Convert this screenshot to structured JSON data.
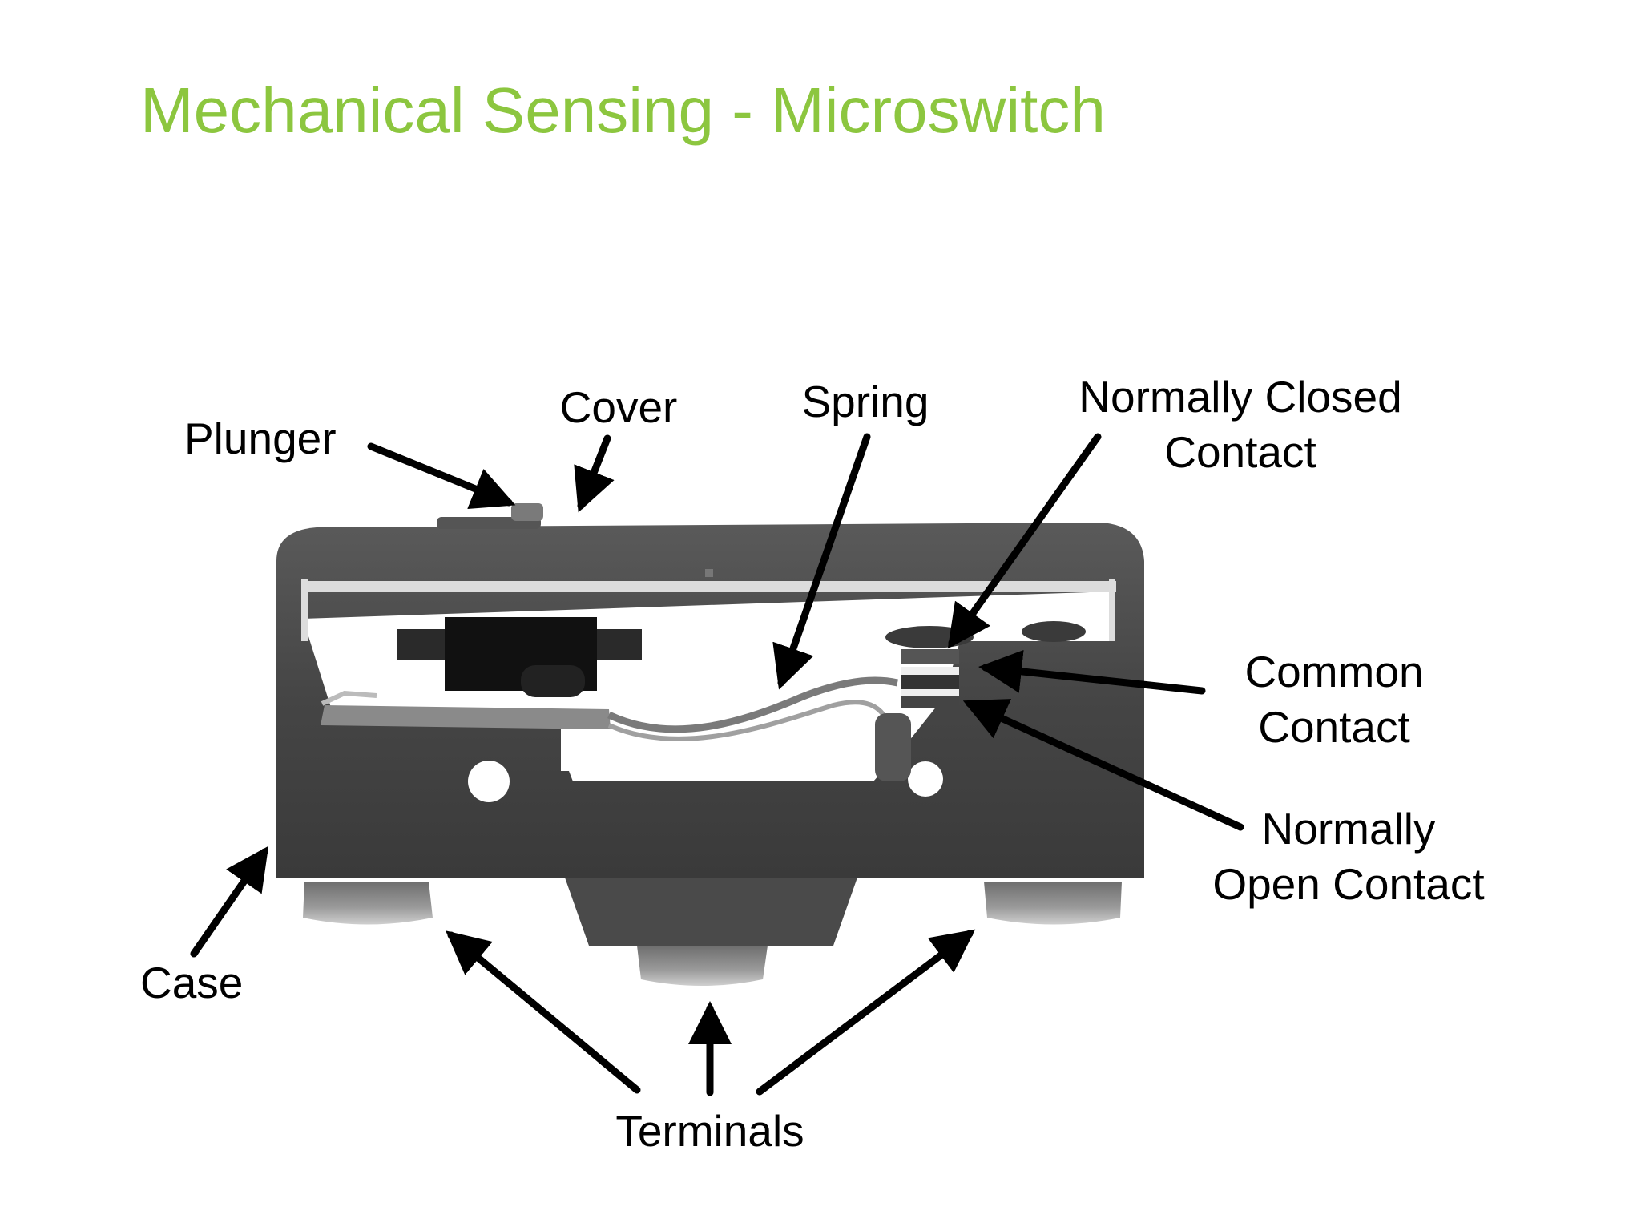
{
  "title": "Mechanical Sensing - Microswitch",
  "colors": {
    "title": "#8cc63f",
    "ink": "#000000",
    "body": "#4a4a4a"
  },
  "labels": {
    "plunger": "Plunger",
    "cover": "Cover",
    "spring": "Spring",
    "nc_line1": "Normally Closed",
    "nc_line2": "Contact",
    "common_line1": "Common",
    "common_line2": "Contact",
    "no_line1": "Normally",
    "no_line2": "Open Contact",
    "case": "Case",
    "terminals": "Terminals"
  }
}
